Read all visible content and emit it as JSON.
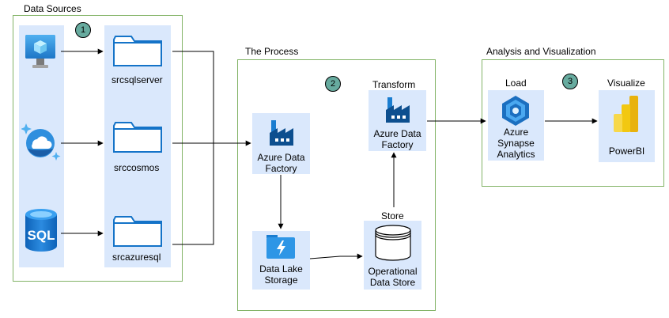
{
  "groups": {
    "sources": {
      "title": "Data Sources",
      "badge": "1"
    },
    "process": {
      "title": "The Process",
      "badge": "2"
    },
    "analysis": {
      "title": "Analysis and Visualization",
      "badge": "3"
    }
  },
  "sources": {
    "folders": [
      "srcsqlserver",
      "srccosmos",
      "srcazuresql"
    ],
    "icons": [
      "virtual-machine-icon",
      "cosmos-db-icon",
      "azure-sql-icon"
    ]
  },
  "process": {
    "ingest": {
      "label_line1": "Azure Data",
      "label_line2": "Factory"
    },
    "lake": {
      "label_line1": "Data Lake",
      "label_line2": "Storage"
    },
    "store": {
      "heading": "Store",
      "label_line1": "Operational",
      "label_line2": "Data Store"
    },
    "transform": {
      "heading": "Transform",
      "label_line1": "Azure Data",
      "label_line2": "Factory"
    }
  },
  "analysis": {
    "load": {
      "heading": "Load",
      "label_line1": "Azure",
      "label_line2": "Synapse",
      "label_line3": "Analytics"
    },
    "visualize": {
      "heading": "Visualize",
      "label": "PowerBI"
    }
  },
  "colors": {
    "group_border": "#82b366",
    "tile": "#dae8fc",
    "badge": "#67ab9f",
    "azure_blue": "#0078d4",
    "powerbi_yellow": "#f2c811"
  }
}
